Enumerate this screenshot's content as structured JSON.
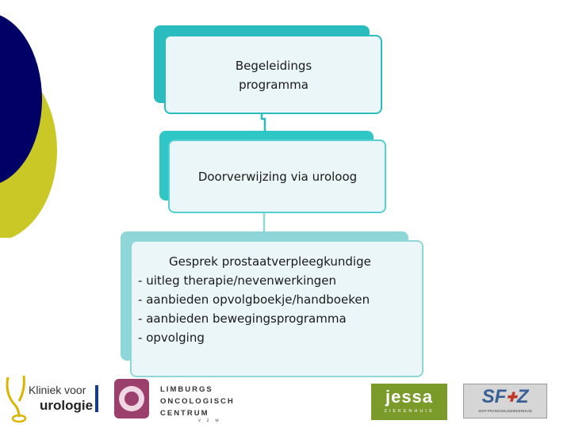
{
  "diagram": {
    "box1": {
      "line1": "Begeleidings",
      "line2": "programma"
    },
    "box2": {
      "text": "Doorverwijzing via uroloog"
    },
    "box3": {
      "title": "Gesprek prostaatverpleegkundige",
      "items": [
        "uitleg therapie/nevenwerkingen",
        "aanbieden opvolgboekje/handboeken",
        "aanbieden bewegingsprogramma",
        "opvolging"
      ],
      "bullet": "-"
    }
  },
  "logos": {
    "kliniek": {
      "line1": "Kliniek voor",
      "line2": "urologie"
    },
    "loc": {
      "line1": "LIMBURGS",
      "line2": "ONCOLOGISCH",
      "line3": "CENTRUM",
      "line4": "v z w"
    },
    "jessa": {
      "name": "jessa",
      "sub": "ZIEKENHUIS"
    },
    "sfz": {
      "name": "SF",
      "name2": "Z",
      "sub": "SINT-FRANCISKUSZIEKENHUIS"
    }
  },
  "colors": {
    "navy": "#000066",
    "lime": "#cccc22",
    "teal": "#2bbcc0",
    "teal_light": "#8fd6d8",
    "purple": "#9b3f6c",
    "olive": "#7a9a2a"
  }
}
